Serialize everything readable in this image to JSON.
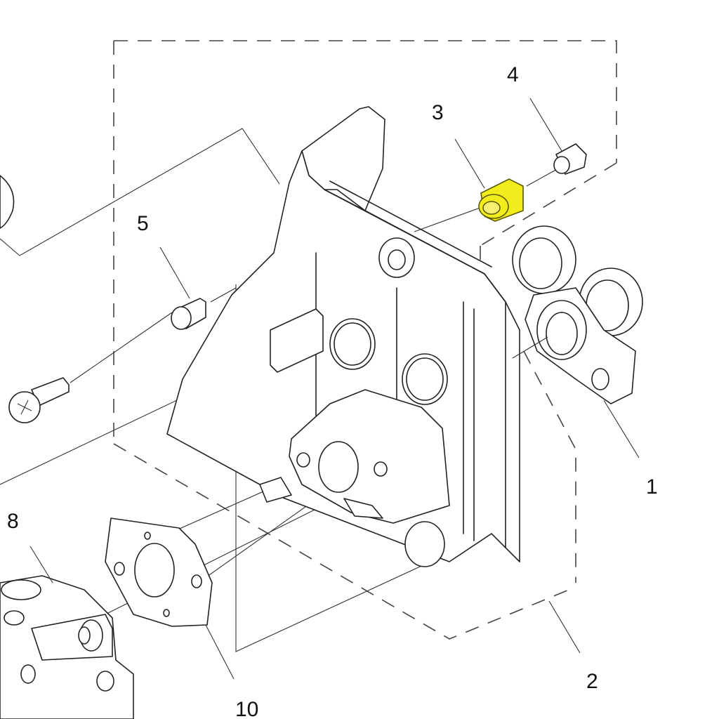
{
  "diagram": {
    "type": "exploded-parts-diagram",
    "highlight_color": "#f3ec1c",
    "callouts": [
      {
        "number": "1",
        "part": "flange-gasket-plate"
      },
      {
        "number": "2",
        "part": "housing-group"
      },
      {
        "number": "3",
        "part": "bushing-highlighted",
        "highlighted": true
      },
      {
        "number": "4",
        "part": "small-sleeve"
      },
      {
        "number": "5",
        "part": "spacer-sleeve"
      },
      {
        "number": "8",
        "part": "carburetor"
      },
      {
        "number": "10",
        "part": "carburetor-gasket"
      }
    ]
  }
}
